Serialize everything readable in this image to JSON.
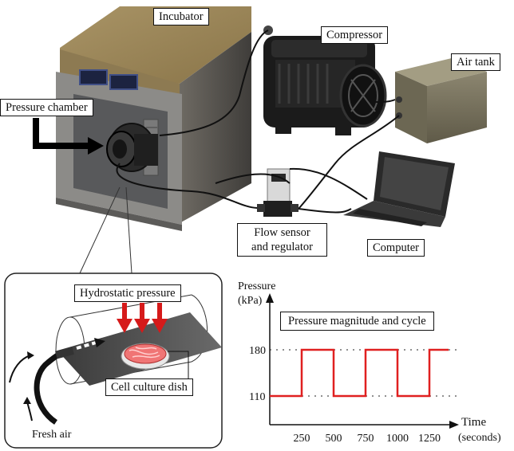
{
  "labels": {
    "incubator": "Incubator",
    "compressor": "Compressor",
    "air_tank": "Air tank",
    "pressure_chamber": "Pressure chamber",
    "flow_sensor_line1": "Flow sensor",
    "flow_sensor_line2": "and regulator",
    "computer": "Computer",
    "hydrostatic_pressure": "Hydrostatic pressure",
    "cell_culture_dish": "Cell culture dish",
    "fresh_air": "Fresh air"
  },
  "chart_data": {
    "type": "line",
    "title": "Pressure magnitude and cycle",
    "ylabel_line1": "Pressure",
    "ylabel_line2": "(kPa)",
    "xlabel": "Time",
    "xunit": "(seconds)",
    "x_ticks": [
      "250",
      "500",
      "750",
      "1000",
      "1250"
    ],
    "y_ticks": [
      "180",
      "110"
    ],
    "series": [
      {
        "x": [
          0,
          250,
          250,
          500,
          500,
          750,
          750,
          1000,
          1000,
          1250,
          1250,
          1400
        ],
        "y": [
          110,
          110,
          180,
          180,
          110,
          110,
          180,
          180,
          110,
          110,
          180,
          180
        ]
      }
    ],
    "line_color": "#e02020"
  }
}
